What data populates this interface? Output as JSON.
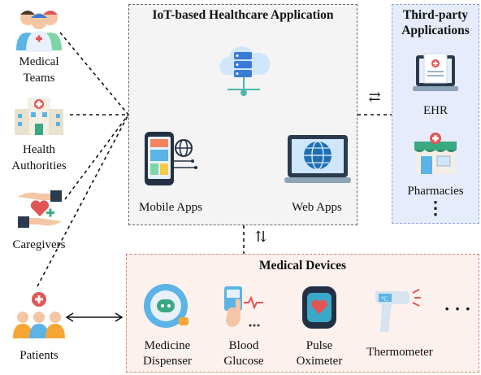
{
  "app_box": {
    "title": "IoT-based Healthcare Application",
    "mobile_label": "Mobile Apps",
    "web_label": "Web Apps"
  },
  "third_party": {
    "title_line1": "Third-party",
    "title_line2": "Applications",
    "ehr_label": "EHR",
    "pharmacies_label": "Pharmacies",
    "more": "⋮"
  },
  "actors": {
    "medical_teams": [
      "Medical",
      "Teams"
    ],
    "health_authorities": [
      "Health",
      "Authorities"
    ],
    "caregivers": "Caregivers",
    "patients": "Patients"
  },
  "devices": {
    "title": "Medical Devices",
    "medicine_dispenser": [
      "Medicine",
      "Dispenser"
    ],
    "blood_glucose": [
      "Blood",
      "Glucose"
    ],
    "pulse_oximeter": [
      "Pulse",
      "Oximeter"
    ],
    "thermometer": "Thermometer",
    "more": "· · ·"
  },
  "arrows": {
    "app_third_party": "⇄",
    "app_devices": "⇅"
  },
  "colors": {
    "app_box_bg": "#f4f4f4",
    "third_party_bg": "#e6ecfb",
    "third_party_border": "#8ea4d8",
    "devices_bg": "#fdf1ee",
    "devices_border": "#d9856f"
  }
}
